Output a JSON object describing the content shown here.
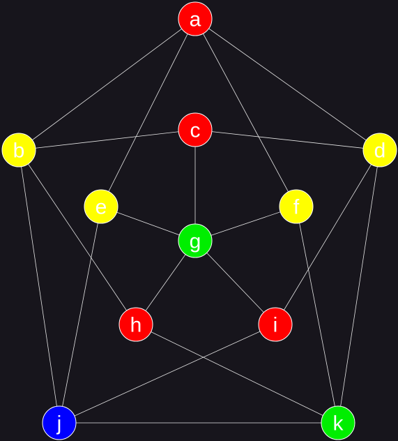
{
  "graph": {
    "background": "#17151c",
    "edge_color": "#e6e6e6",
    "palette": {
      "red": "#ff0000",
      "yellow": "#ffff00",
      "green": "#00ee00",
      "blue": "#0000ff"
    },
    "nodes": [
      {
        "id": "a",
        "label": "a",
        "color": "red"
      },
      {
        "id": "b",
        "label": "b",
        "color": "yellow"
      },
      {
        "id": "c",
        "label": "c",
        "color": "red"
      },
      {
        "id": "d",
        "label": "d",
        "color": "yellow"
      },
      {
        "id": "e",
        "label": "e",
        "color": "yellow"
      },
      {
        "id": "f",
        "label": "f",
        "color": "yellow"
      },
      {
        "id": "g",
        "label": "g",
        "color": "green"
      },
      {
        "id": "h",
        "label": "h",
        "color": "red"
      },
      {
        "id": "i",
        "label": "i",
        "color": "red"
      },
      {
        "id": "j",
        "label": "j",
        "color": "blue"
      },
      {
        "id": "k",
        "label": "k",
        "color": "green"
      }
    ],
    "edges": [
      [
        "a",
        "b"
      ],
      [
        "a",
        "d"
      ],
      [
        "a",
        "e"
      ],
      [
        "a",
        "f"
      ],
      [
        "b",
        "c"
      ],
      [
        "c",
        "d"
      ],
      [
        "c",
        "g"
      ],
      [
        "b",
        "h"
      ],
      [
        "b",
        "j"
      ],
      [
        "d",
        "i"
      ],
      [
        "d",
        "k"
      ],
      [
        "e",
        "g"
      ],
      [
        "e",
        "j"
      ],
      [
        "f",
        "g"
      ],
      [
        "f",
        "k"
      ],
      [
        "g",
        "h"
      ],
      [
        "g",
        "i"
      ],
      [
        "h",
        "k"
      ],
      [
        "i",
        "j"
      ],
      [
        "j",
        "k"
      ]
    ]
  }
}
